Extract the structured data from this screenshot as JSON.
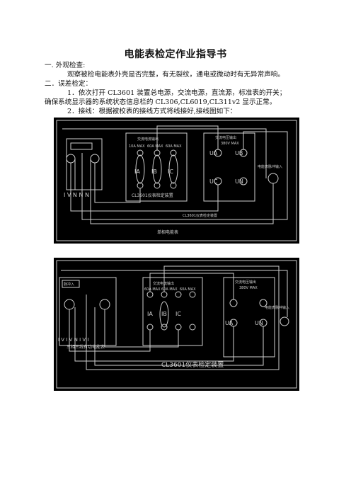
{
  "document": {
    "title": "电能表检定作业指导书",
    "lines": [
      "一. 外观检查:",
      "观察被检电能表外壳是否完整，有无裂纹，通电或微动时有无异常声响。",
      "二．误差检定：",
      "1．依次打开 CL3601 装置总电源，交流电源，直流源，标准表的开关；",
      "确保系统显示器的系统状态信息栏的 CL306,CL6019,CL311v2 显示正常。",
      "2．接线：根据被校表的接线方式将线接好,接线图如下："
    ]
  },
  "diagram1": {
    "current_box_title": "交流电流输出",
    "current_ranges": [
      "10A MAX",
      "60A MAX",
      "60A MAX"
    ],
    "current_labels": [
      "IA",
      "IB",
      "IC"
    ],
    "current_box_caption": "CL3601仪表检定装置",
    "voltage_box_title": "交流电压输出",
    "voltage_range": "380V MAX",
    "voltage_labels_top": [
      "UA",
      "UB"
    ],
    "voltage_labels_bottom": [
      "UC",
      "UN"
    ],
    "pulse_input_label": "电能表脉冲输入",
    "meter_terminals": "I  V  N N N",
    "device_label": "CL3601仪表检定装置",
    "caption": "单相电能表"
  },
  "diagram2": {
    "pulse_out_label": "脉冲入",
    "current_box_title": "交流电流输出",
    "current_ranges": [
      "60A MAX",
      "60A MAX",
      "60A MAX"
    ],
    "current_labels": [
      "IA",
      "IB",
      "IC"
    ],
    "voltage_box_title": "交流电压输出",
    "voltage_range": "380V MAX",
    "voltage_labels": [
      "UA",
      "UN"
    ],
    "pulse_input_label": "电能表脉冲输入",
    "meter_terminals": "I  V  I  V  N  I  V  I",
    "meter_caption": "三相三线有功电能表",
    "device_label": "CL3601仪表检定装置"
  }
}
